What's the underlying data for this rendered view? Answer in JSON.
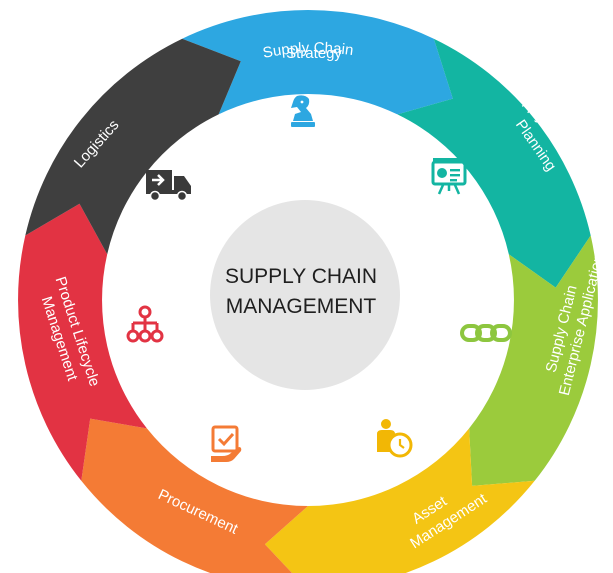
{
  "center": {
    "line1": "SUPPLY CHAIN",
    "line2": "MANAGEMENT",
    "color": "#e5e5e5"
  },
  "segments": [
    {
      "id": "strategy",
      "lines": [
        "Supply Chain",
        "Strategy"
      ],
      "color": "#2da7e1",
      "icon": "chess-knight-icon",
      "icon_color": "#2da7e1"
    },
    {
      "id": "planning",
      "lines": [
        "Supply Chain",
        "Planning"
      ],
      "color": "#13b5a2",
      "icon": "presentation-board-icon",
      "icon_color": "#13b5a2"
    },
    {
      "id": "enterprise",
      "lines": [
        "Supply Chain",
        "Enterprise Application"
      ],
      "color": "#9bcb3c",
      "icon": "chain-link-icon",
      "icon_color": "#8dc63f"
    },
    {
      "id": "asset",
      "lines": [
        "Asset",
        "Management"
      ],
      "color": "#f4c514",
      "icon": "person-clock-icon",
      "icon_color": "#f2b705"
    },
    {
      "id": "procurement",
      "lines": [
        "Procurement"
      ],
      "color": "#f47b35",
      "icon": "checklist-hand-icon",
      "icon_color": "#f47b35"
    },
    {
      "id": "lifecycle",
      "lines": [
        "Product Lifecycle",
        "Management"
      ],
      "color": "#e23343",
      "icon": "hierarchy-icon",
      "icon_color": "#e23343"
    },
    {
      "id": "logistics",
      "lines": [
        "Logistics"
      ],
      "color": "#3f3f3f",
      "icon": "delivery-truck-icon",
      "icon_color": "#3a3a3a"
    }
  ]
}
